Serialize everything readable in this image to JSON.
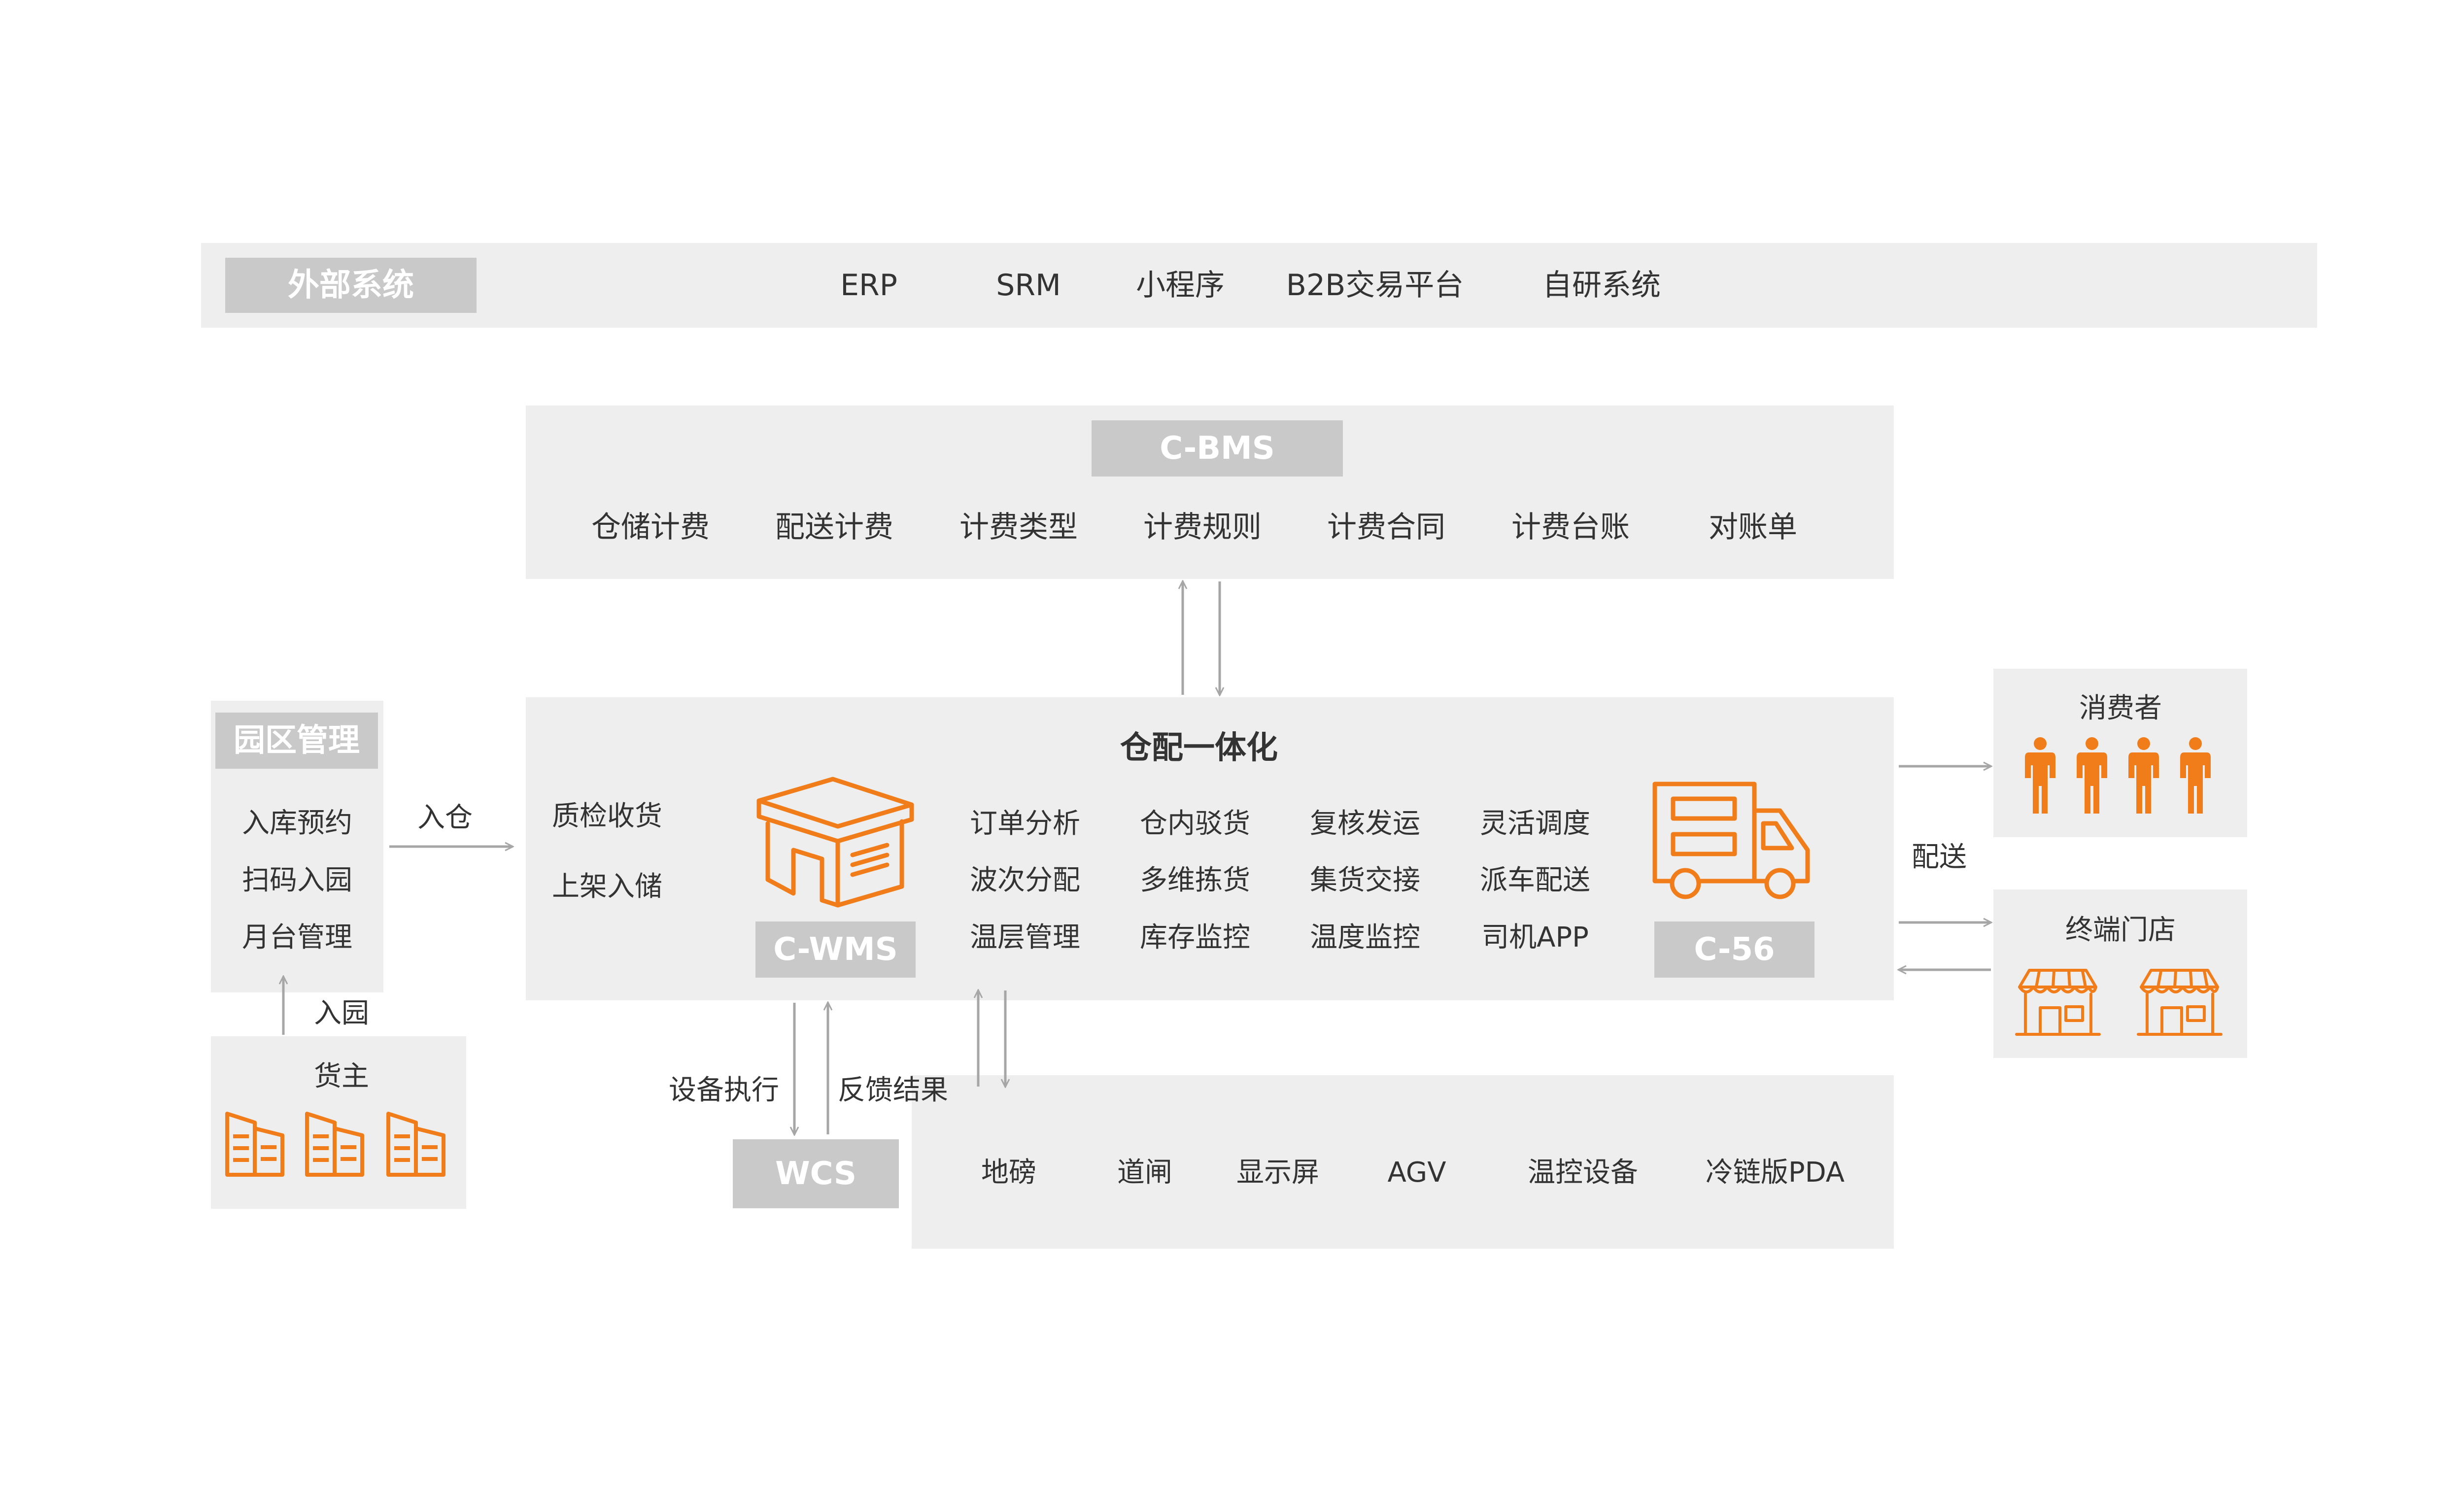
{
  "external": {
    "title": "外部系统",
    "items": [
      "ERP",
      "SRM",
      "小程序",
      "B2B交易平台",
      "自研系统"
    ]
  },
  "bms": {
    "title": "C-BMS",
    "items": [
      "仓储计费",
      "配送计费",
      "计费类型",
      "计费规则",
      "计费合同",
      "计费台账",
      "对账单"
    ]
  },
  "park": {
    "title": "园区管理",
    "items": [
      "入库预约",
      "扫码入园",
      "月台管理"
    ]
  },
  "owner": {
    "title": "货主"
  },
  "labels": {
    "into_warehouse": "入仓",
    "into_park": "入园",
    "delivery": "配送",
    "device_exec": "设备执行",
    "feedback": "反馈结果"
  },
  "main": {
    "title": "仓配一体化",
    "left_items": [
      "质检收货",
      "上架入储"
    ],
    "wms_tag": "C-WMS",
    "grid": [
      [
        "订单分析",
        "仓内驳货",
        "复核发运",
        "灵活调度"
      ],
      [
        "波次分配",
        "多维拣货",
        "集货交接",
        "派车配送"
      ],
      [
        "温层管理",
        "库存监控",
        "温度监控",
        "司机APP"
      ]
    ],
    "c56_tag": "C-56"
  },
  "consumer": {
    "title": "消费者"
  },
  "store": {
    "title": "终端门店"
  },
  "wcs": {
    "title": "WCS"
  },
  "devices": {
    "items": [
      "地磅",
      "道闸",
      "显示屏",
      "AGV",
      "温控设备",
      "冷链版PDA"
    ]
  },
  "colors": {
    "panel": "#eeeeee",
    "tag": "#c9c9c9",
    "accent": "#f07d1a",
    "arrow": "#a6a6a6",
    "text": "#333333"
  },
  "icons": {
    "wms": "warehouse-icon",
    "truck": "truck-icon",
    "consumers": "person-icon",
    "stores": "storefront-icon",
    "owners": "building-icon"
  }
}
